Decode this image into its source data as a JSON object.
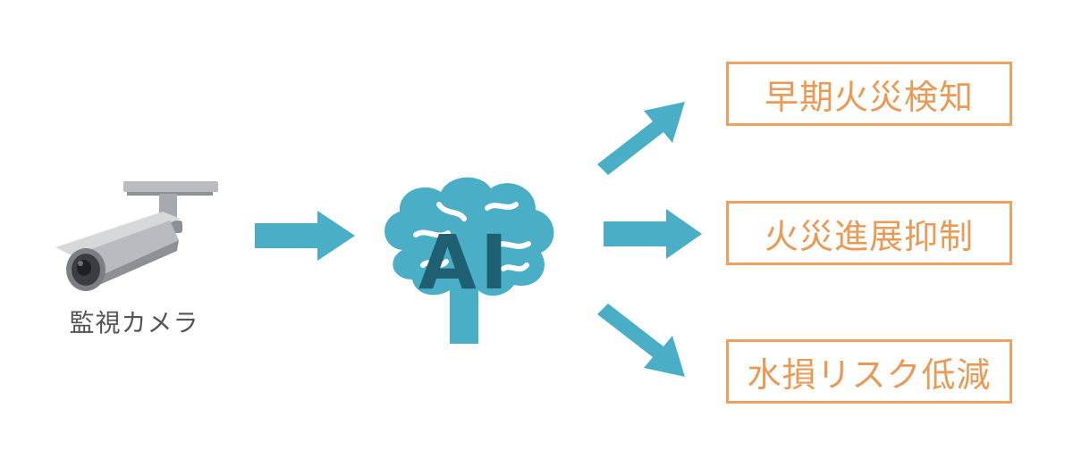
{
  "colors": {
    "arrow": "#4aaec6",
    "brain": "#4aaec6",
    "brain_text": "#1f5f72",
    "outcome_border": "#f0a15f",
    "outcome_text": "#ea9a55",
    "camera_label": "#555555"
  },
  "source": {
    "label": "監視カメラ",
    "icon": "security-camera-icon"
  },
  "processor": {
    "label": "AI",
    "icon": "brain-icon"
  },
  "outcomes": [
    {
      "label": "早期火災検知"
    },
    {
      "label": "火災進展抑制"
    },
    {
      "label": "水損リスク低減"
    }
  ]
}
